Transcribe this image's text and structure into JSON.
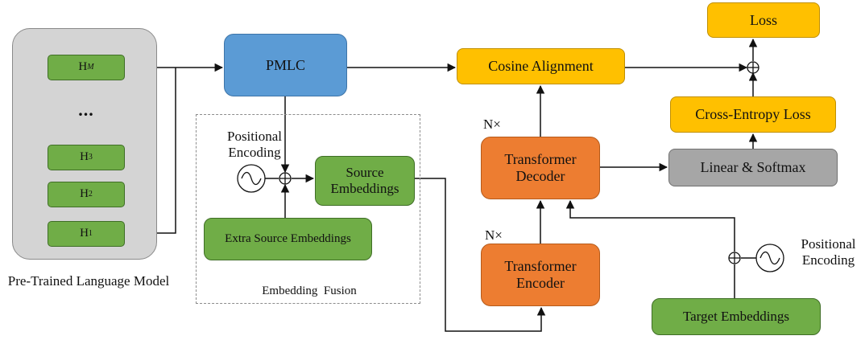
{
  "plm": {
    "label": "Pre-Trained Language Model",
    "hidden_states": [
      {
        "name": "H",
        "sub": "M"
      },
      {
        "name": "H",
        "sub": "3"
      },
      {
        "name": "H",
        "sub": "2"
      },
      {
        "name": "H",
        "sub": "1"
      }
    ],
    "ellipsis": "..."
  },
  "pmlc": "PMLC",
  "embedding_fusion": {
    "label": "Embedding  Fusion",
    "positional_encoding": "Positional Encoding",
    "source_embeddings": "Source Embeddings",
    "extra_source_embeddings": "Extra Source Embeddings"
  },
  "transformer": {
    "decoder": "Transformer Decoder",
    "encoder": "Transformer Encoder",
    "decoder_repeat": "N×",
    "encoder_repeat": "N×"
  },
  "losses": {
    "loss": "Loss",
    "cosine_alignment": "Cosine Alignment",
    "cross_entropy": "Cross-Entropy Loss"
  },
  "linear_softmax": "Linear & Softmax",
  "target": {
    "target_embeddings": "Target Embeddings",
    "positional_encoding": "Positional Encoding"
  },
  "colors": {
    "green": "#70ad47",
    "blue": "#5b9bd5",
    "orange": "#ed7d31",
    "yellow": "#ffc000",
    "grey": "#a6a6a6",
    "panel": "#d4d4d4"
  }
}
